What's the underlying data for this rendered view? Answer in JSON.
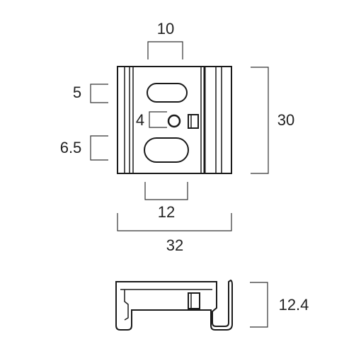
{
  "dimensions": {
    "hole_spacing_top": "10",
    "slot_height_upper": "5",
    "hole_diameter": "4",
    "slot_height_lower": "6.5",
    "height_total": "30",
    "slot_spacing_bottom": "12",
    "width_total": "32",
    "profile_height": "12.4"
  },
  "colors": {
    "line": "#1a1a1a",
    "dimension": "#333333",
    "background": "#ffffff"
  }
}
